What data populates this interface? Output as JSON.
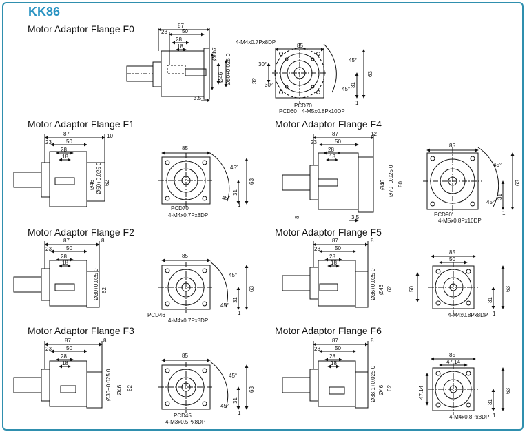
{
  "title": "KK86",
  "sections": [
    {
      "name": "Motor Adaptor Flange F0",
      "side": {
        "d87": "87",
        "d23": "23",
        "d50": "50",
        "d28": "28",
        "d18": "18",
        "bore": "Ø8h7",
        "pcdsmall": "Ø46",
        "pilot": "Ø50+0.025 0",
        "d35": "3.5"
      },
      "front": {
        "d85": "85",
        "hole1": "4-M4x0.7Px8DP",
        "hole2": "4-M5x0.8Px10DP",
        "pcd1": "PCD60",
        "pcd2": "PCD70",
        "a30a": "30°",
        "a30b": "30°",
        "a45a": "45°",
        "a45b": "45°",
        "d32": "32",
        "d31": "31",
        "d63": "63",
        "d1": "1"
      }
    },
    {
      "name": "Motor Adaptor Flange F1",
      "side": {
        "d87": "87",
        "d10": "10",
        "d23": "23",
        "d50": "50",
        "d28": "28",
        "d18": "18",
        "pcdsmall": "Ø46",
        "pilot": "Ø50+0.025 0",
        "sq": "62"
      },
      "front": {
        "d85": "85",
        "hole": "4-M4x0.7Px8DP",
        "pcd": "PCD70",
        "a45a": "45°",
        "a45b": "45°",
        "d31": "31",
        "d63": "63",
        "d1": "1"
      }
    },
    {
      "name": "Motor Adaptor Flange F2",
      "side": {
        "d87": "87",
        "d8": "8",
        "d23": "23",
        "d50": "50",
        "d28": "28",
        "d18": "18",
        "pilot": "Ø30+0.025 0",
        "sq": "62"
      },
      "front": {
        "d85": "85",
        "hole": "4-M4x0.7Px8DP",
        "pcd": "PCD46",
        "a45a": "45°",
        "a45b": "45°",
        "d31": "31",
        "d63": "63",
        "d1": "1"
      }
    },
    {
      "name": "Motor Adaptor Flange F3",
      "side": {
        "d87": "87",
        "d8": "8",
        "d23": "23",
        "d50": "50",
        "d28": "28",
        "d18": "18",
        "pilot": "Ø30+0.025 0",
        "pcdsmall": "Ø46",
        "sq": "62"
      },
      "front": {
        "d85": "85",
        "hole": "4-M3x0.5Px8DP",
        "pcd": "PCD45",
        "a45a": "45°",
        "a45b": "45°",
        "d31": "31",
        "d63": "63",
        "d1": "1"
      }
    },
    {
      "name": "Motor Adaptor Flange F4",
      "side": {
        "d87": "87",
        "d12": "12",
        "d23": "23",
        "d50": "50",
        "d28": "28",
        "d18": "18",
        "pcdsmall": "Ø46",
        "pilot": "Ø70+0.025 0",
        "sq": "80",
        "d8": "8",
        "d35": "3.5"
      },
      "front": {
        "d85": "85",
        "hole": "4-M5x0.8Px10DP",
        "pcd": "PCD90",
        "a45a": "45°",
        "a45b": "45°",
        "d31": "31",
        "d63": "63",
        "d1": "1"
      }
    },
    {
      "name": "Motor Adaptor Flange F5",
      "side": {
        "d87": "87",
        "d8": "8",
        "d23": "23",
        "d50": "50",
        "d28": "28",
        "d18": "18",
        "pilot": "Ø36+0.025 0",
        "pcdsmall": "Ø46",
        "sq": "62"
      },
      "front": {
        "d85": "85",
        "d50": "50",
        "d50v": "50",
        "hole": "4-M4x0.8Px8DP",
        "d31": "31",
        "d63": "63",
        "d1": "1"
      }
    },
    {
      "name": "Motor Adaptor Flange F6",
      "side": {
        "d87": "87",
        "d8": "8",
        "d23": "23",
        "d50": "50",
        "d28": "28",
        "d18": "18",
        "pilot": "Ø38.1+0.025 0",
        "pcdsmall": "Ø46",
        "sq": "62"
      },
      "front": {
        "d85": "85",
        "d4714": "47.14",
        "d4714v": "47.14",
        "hole": "4-M4x0.8Px8DP",
        "d31": "31",
        "d63": "63",
        "d1": "1"
      }
    }
  ]
}
